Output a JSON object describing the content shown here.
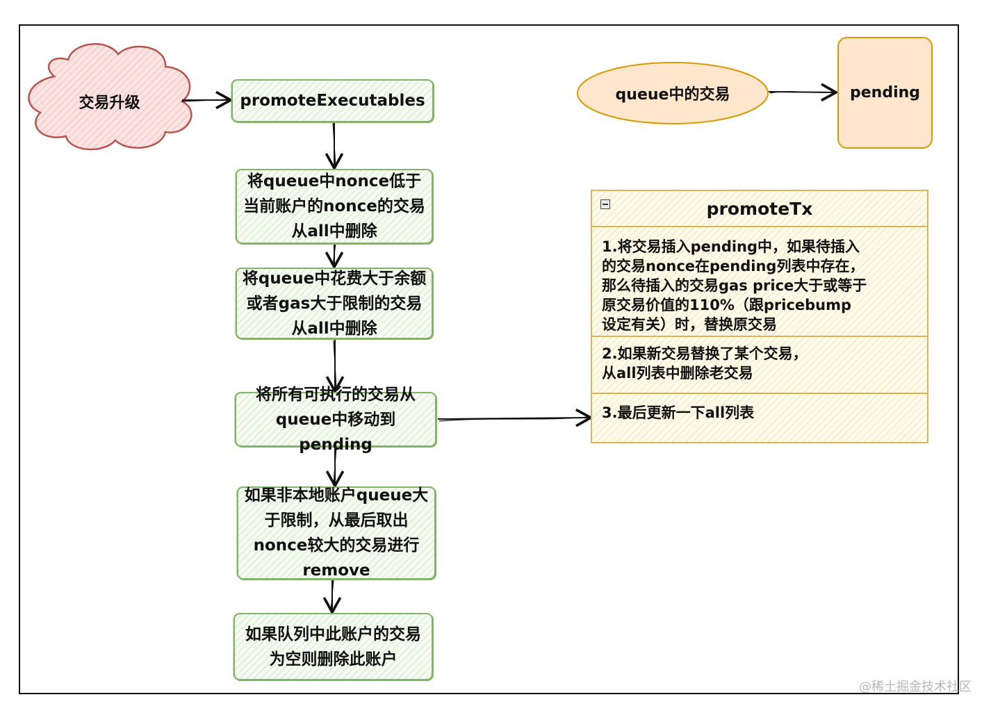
{
  "nodes": {
    "upgrade_cloud": "交易升级",
    "promote_executables": "promoteExecutables",
    "step1": "将queue中nonce低于当前账户的nonce的交易从all中删除",
    "step2": "将queue中花费大于余额或者gas大于限制的交易从all中删除",
    "step3": "将所有可执行的交易从queue中移动到pending",
    "step4": "如果非本地账户queue大于限制，从最后取出nonce较大的交易进行remove",
    "step5": "如果队列中此账户的交易为空则删除此账户",
    "queue_tx": "queue中的交易",
    "pending": "pending"
  },
  "promote_tx": {
    "title": "promoteTx",
    "items": [
      "1.将交易插入pending中，如果待插入\n的交易nonce在pending列表中存在，\n那么待插入的交易gas price大于或等于\n原交易价值的110%（跟pricebump\n设定有关）时，替换原交易",
      "2.如果新交易替换了某个交易，\n从all列表中删除老交易",
      "3.最后更新一下all列表"
    ]
  },
  "colors": {
    "cloud_fill": "#f8cecc",
    "cloud_stroke": "#b85450",
    "step_stroke": "#82b366",
    "panel_stroke": "#d6b656",
    "ellipse_fill": "#ffe6cc",
    "ellipse_stroke": "#d79b00"
  },
  "watermark": "@稀土掘金技术社区"
}
